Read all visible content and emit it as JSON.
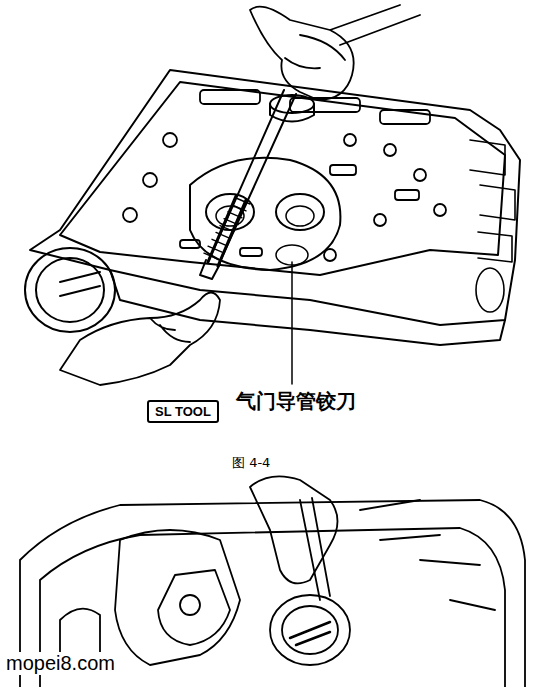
{
  "diagram": {
    "caption": "图 4-4",
    "nodes": [
      {
        "text": [
          "SL TOOL"
        ]
      }
    ],
    "labels": [
      "气门导管铰刀",
      "mopei8.com"
    ]
  }
}
